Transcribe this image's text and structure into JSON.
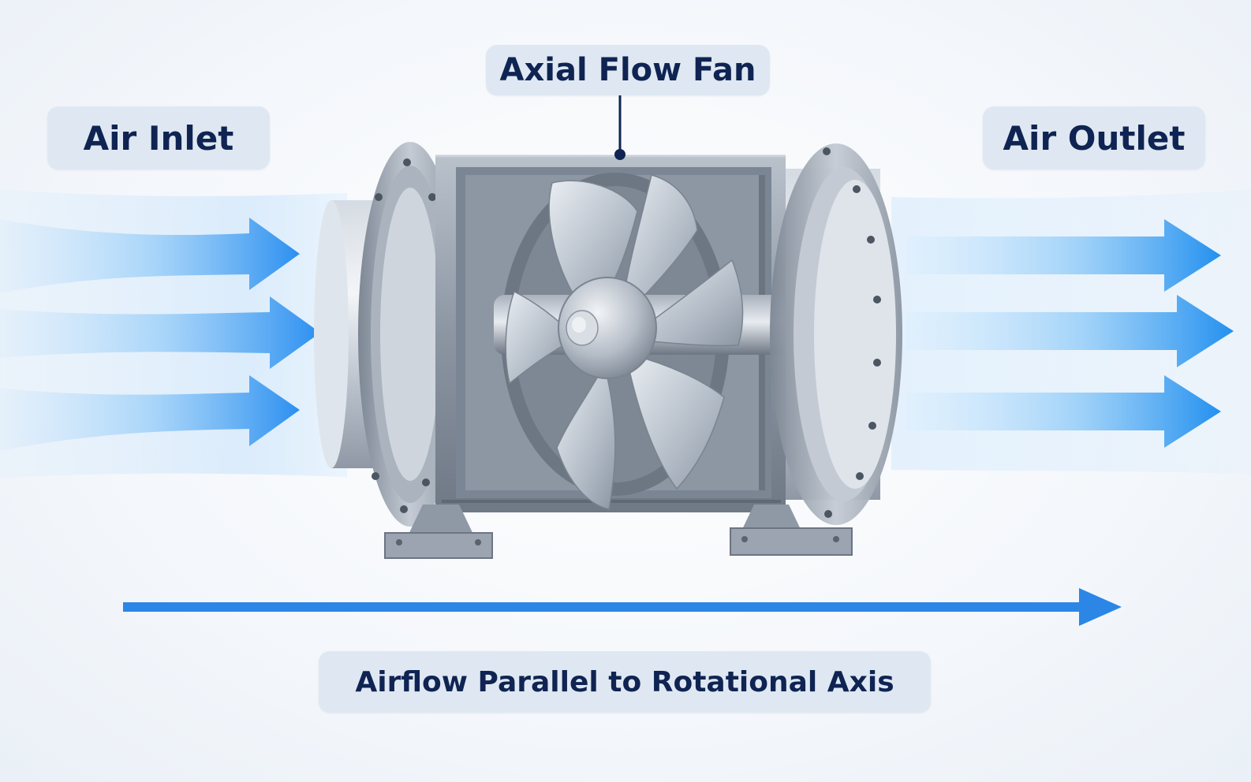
{
  "labels": {
    "fan": "Axial Flow Fan",
    "inlet": "Air Inlet",
    "outlet": "Air Outlet",
    "axis": "Airflow Parallel to Rotational Axis"
  },
  "icons": {
    "inlet_arrows": "right-arrow-icon",
    "outlet_arrows": "right-arrow-icon",
    "axis_arrow": "right-arrow-icon"
  },
  "colors": {
    "arrow_blue": "#2196f3",
    "label_bg": "#dfe8f2",
    "label_text": "#0f2452",
    "metal": "#9aa3ae"
  }
}
